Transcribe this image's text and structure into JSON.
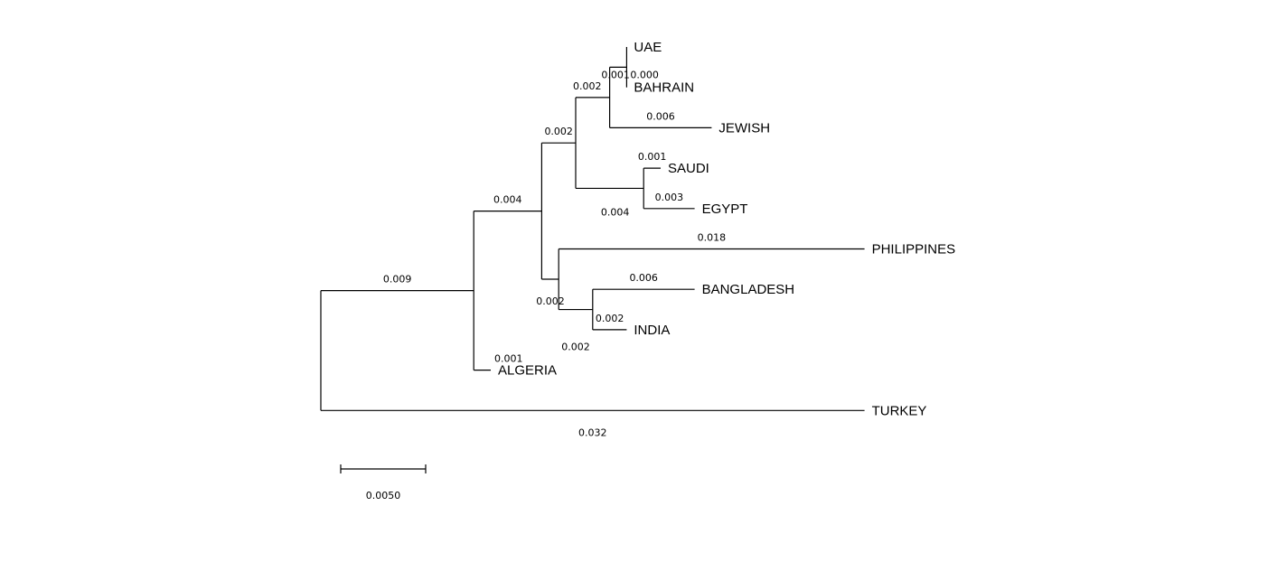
{
  "tree": {
    "type": "phylogenetic_tree",
    "scale_bar": {
      "value": 0.005,
      "label": "0.0050"
    },
    "taxa": [
      "UAE",
      "BAHRAIN",
      "JEWISH",
      "SAUDI",
      "EGYPT",
      "PHILIPPINES",
      "BANGLADESH",
      "INDIA",
      "ALGERIA",
      "TURKEY"
    ],
    "root": {
      "id": "root",
      "children": [
        {
          "id": "n_main",
          "length": 0.009,
          "label": "0.009",
          "children": [
            {
              "id": "n_a",
              "length": 0.004,
              "label": "0.004",
              "children": [
                {
                  "id": "n_b",
                  "length": 0.002,
                  "label": "0.002",
                  "children": [
                    {
                      "id": "n_c",
                      "length": 0.002,
                      "label": "0.002",
                      "children": [
                        {
                          "id": "n_d",
                          "length": 0.001,
                          "label": "0.001",
                          "children": [
                            {
                              "id": "uae",
                              "name": "UAE",
                              "length": 0.0,
                              "label": ""
                            },
                            {
                              "id": "bahrain",
                              "name": "BAHRAIN",
                              "length": 0.0,
                              "label": "0.000"
                            }
                          ]
                        },
                        {
                          "id": "jewish",
                          "name": "JEWISH",
                          "length": 0.006,
                          "label": "0.006"
                        }
                      ]
                    },
                    {
                      "id": "n_e",
                      "length": 0.004,
                      "label": "0.004",
                      "children": [
                        {
                          "id": "saudi",
                          "name": "SAUDI",
                          "length": 0.001,
                          "label": "0.001"
                        },
                        {
                          "id": "egypt",
                          "name": "EGYPT",
                          "length": 0.003,
                          "label": "0.003"
                        }
                      ]
                    }
                  ]
                },
                {
                  "id": "n_f",
                  "length": 0.001,
                  "label": "",
                  "children": [
                    {
                      "id": "philippines",
                      "name": "PHILIPPINES",
                      "length": 0.018,
                      "label": "0.018"
                    },
                    {
                      "id": "n_g",
                      "length": 0.002,
                      "label": "0.002",
                      "children": [
                        {
                          "id": "bangladesh",
                          "name": "BANGLADESH",
                          "length": 0.006,
                          "label": "0.006"
                        },
                        {
                          "id": "india",
                          "name": "INDIA",
                          "length": 0.002,
                          "label": "0.002"
                        }
                      ]
                    }
                  ]
                }
              ]
            },
            {
              "id": "algeria",
              "name": "ALGERIA",
              "length": 0.001,
              "label": "0.001"
            }
          ]
        },
        {
          "id": "turkey",
          "name": "TURKEY",
          "length": 0.032,
          "label": "0.032"
        }
      ]
    }
  }
}
